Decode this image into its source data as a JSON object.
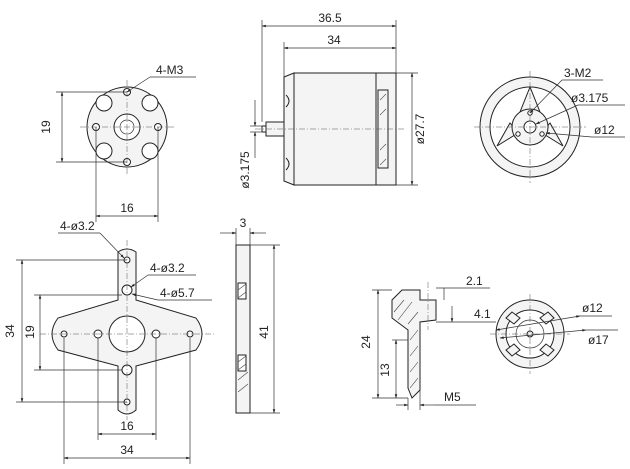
{
  "top_left_view": {
    "callout": "4-M3",
    "height": "19",
    "width": "16"
  },
  "side_view": {
    "overall_length": "36.5",
    "body_length": "34",
    "shaft_diameter": "ø3.175",
    "body_diameter": "ø27.7"
  },
  "top_right_view": {
    "callout": "3-M2",
    "shaft_diameter": "ø3.175",
    "hub_diameter": "ø12"
  },
  "cross_mount": {
    "hole_a": "4-ø3.2",
    "hole_b": "4-ø3.2",
    "hole_c": "4-ø5.7",
    "outer_height": "34",
    "inner_height": "19",
    "inner_width": "16",
    "outer_width": "34"
  },
  "mount_side": {
    "thickness": "3",
    "length": "41"
  },
  "prop_adapter": {
    "dim_top": "2.1",
    "dim_mid": "4.1",
    "height": "24",
    "lower_height": "13",
    "thread": "M5"
  },
  "adapter_top_view": {
    "inner_diameter": "ø12",
    "outer_diameter": "ø17"
  }
}
